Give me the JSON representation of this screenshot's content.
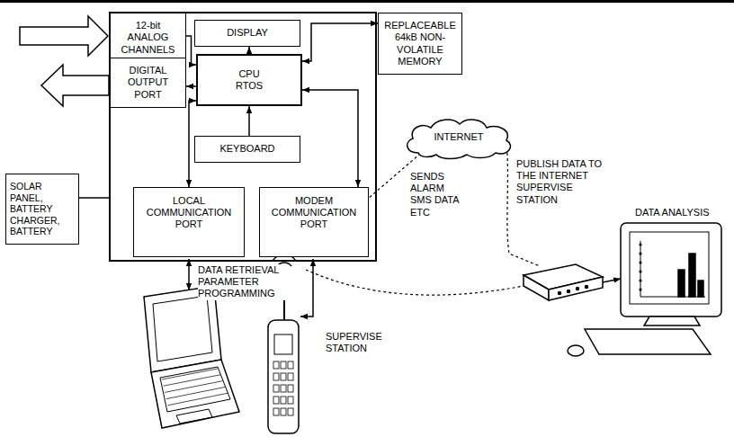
{
  "diagram": {
    "nodes": [
      {
        "text": [
          "12-bit ANALOG CHANNELS"
        ]
      },
      {
        "text": [
          "DISPLAY"
        ]
      },
      {
        "text": [
          "REPLACEABLE 64kB NON-VOLATILE MEMORY"
        ]
      },
      {
        "text": [
          "CPU RTOS"
        ]
      },
      {
        "text": [
          "DIGITAL OUTPUT PORT"
        ]
      },
      {
        "text": [
          "KEYBOARD"
        ]
      },
      {
        "text": [
          "SOLAR PANEL, BATTERY CHARGER, BATTERY"
        ]
      },
      {
        "text": [
          "LOCAL COMMUNICATION PORT"
        ]
      },
      {
        "text": [
          "MODEM COMMUNICATION PORT"
        ]
      },
      {
        "text": [
          "INTERNET"
        ]
      }
    ],
    "edges": [
      {
        "from": 0,
        "to": 3,
        "arrow": "to"
      },
      {
        "from": 3,
        "to": 4,
        "arrow": "to"
      },
      {
        "from": 3,
        "to": 1,
        "arrow": "to"
      },
      {
        "from": 5,
        "to": 3,
        "arrow": "to"
      },
      {
        "from": 3,
        "to": 2,
        "arrow": "both"
      },
      {
        "from": 3,
        "to": 7,
        "arrow": "both"
      },
      {
        "from": 3,
        "to": 8,
        "arrow": "both"
      }
    ],
    "labels": [
      "DATA RETRIEVAL PARAMETER PROGRAMMING",
      "SUPERVISE STATION",
      "SENDS ALARM SMS DATA ETC",
      "PUBLISH DATA TO THE INTERNET SUPERVISE STATION",
      "DATA ANALYSIS"
    ]
  }
}
